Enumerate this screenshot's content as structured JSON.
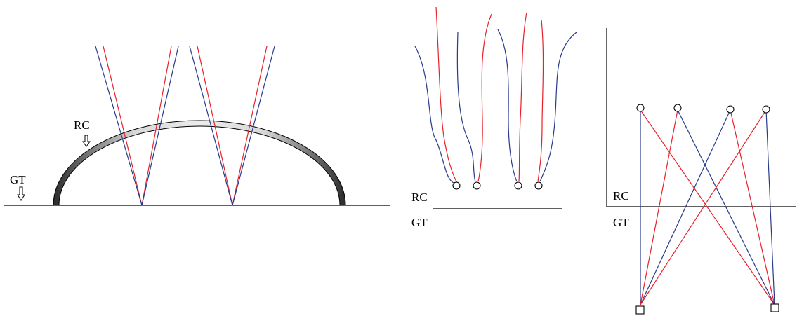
{
  "labels": {
    "rc": "RC",
    "gt": "GT"
  },
  "colors": {
    "red": "#e8202a",
    "blue": "#283a8c",
    "black": "#000000",
    "dome_dark": "#333333",
    "dome_light": "#e6e6e6"
  },
  "panels": [
    {
      "id": "dome-panel",
      "elements": [
        "ground-line",
        "dome-arc",
        "rc-label",
        "rc-arrow",
        "gt-label",
        "gt-arrow",
        "two-v-ray-pairs"
      ]
    },
    {
      "id": "curves-panel",
      "elements": [
        "rc-label",
        "gt-label",
        "boundary-line",
        "eight-curves",
        "four-circle-nodes"
      ]
    },
    {
      "id": "cross-panel",
      "elements": [
        "vertical-axis",
        "boundary-line",
        "rc-label",
        "gt-label",
        "four-circle-nodes",
        "two-square-nodes",
        "eight-crossing-lines"
      ]
    }
  ]
}
